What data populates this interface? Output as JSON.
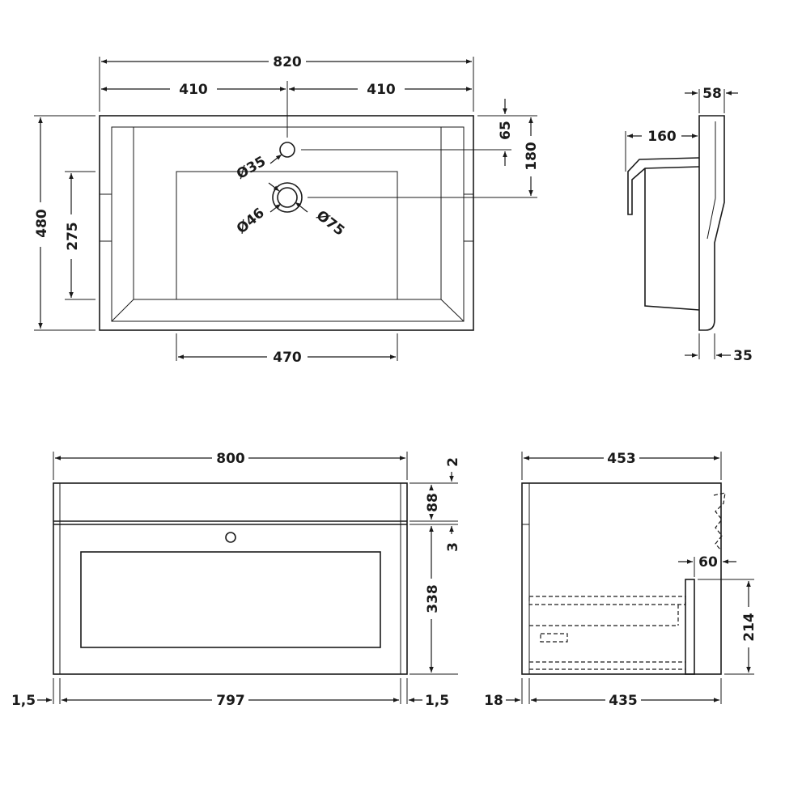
{
  "drawing": {
    "top_view": {
      "overall_width": "820",
      "half_left": "410",
      "half_right": "410",
      "depth": "480",
      "inner_height": "275",
      "bowl_width": "470",
      "tap_offset": "65",
      "waste_offset": "180",
      "tap_hole_dia": "Ø35",
      "waste_dia_inner": "Ø46",
      "waste_dia_outer": "Ø75"
    },
    "side_basin": {
      "rim_depth": "58",
      "projection": "160",
      "wall_thickness": "35"
    },
    "front_view": {
      "overall_width": "800",
      "top_gap": "2",
      "top_panel": "88",
      "mid_gap": "3",
      "door_height": "338",
      "left_margin": "1,5",
      "inner_width": "797",
      "right_margin": "1,5"
    },
    "side_cabinet": {
      "overall_depth": "453",
      "back_offset": "60",
      "drawer_height": "214",
      "panel_thickness": "18",
      "inner_depth": "435"
    }
  }
}
